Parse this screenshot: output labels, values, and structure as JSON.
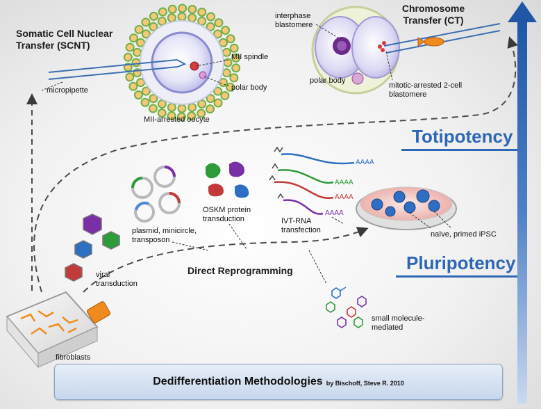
{
  "labels": {
    "scnt_title": "Somatic Cell Nuclear Transfer (SCNT)",
    "micropipette": "micropipette",
    "mii_spindle": "MII spindle",
    "polar_body_1": "polar body",
    "mii_oocyte": "MII-arrested oocyte",
    "interphase": "interphase blastomere",
    "ct_title": "Chromosome Transfer (CT)",
    "polar_body_2": "polar body",
    "mitotic": "mitotic-arrested 2-cell blastomere",
    "totipotency": "Totipotency",
    "pluripotency": "Pluripotency",
    "plasmid": "plasmid, minicircle, transposon",
    "oskm": "OSKM protein transduction",
    "ivt": "IVT-RNA transfection",
    "aaaa": "AAAA",
    "ipsc": "naïve, primed iPSC",
    "viral": "viral transduction",
    "direct": "Direct Reprogramming",
    "small_molecule": "small molecule-mediated",
    "fibroblasts": "fibroblasts"
  },
  "footer": {
    "title": "Dedifferentiation Methodologies",
    "credit": "by Bischoff, Steve R. 2010"
  },
  "colors": {
    "accent_blue": "#2e67b6",
    "arrow_gray": "#4a4a4a",
    "cell_orange": "#f08a1c"
  },
  "icons": [
    "scnt-oocyte-icon",
    "two-cell-embryo-icon",
    "fish-sperm-icon",
    "plasmid-icon",
    "protein-icon",
    "mrna-icon",
    "petri-dish-icon",
    "virus-icon",
    "small-molecule-icon",
    "culture-flask-icon",
    "up-arrow-icon"
  ]
}
